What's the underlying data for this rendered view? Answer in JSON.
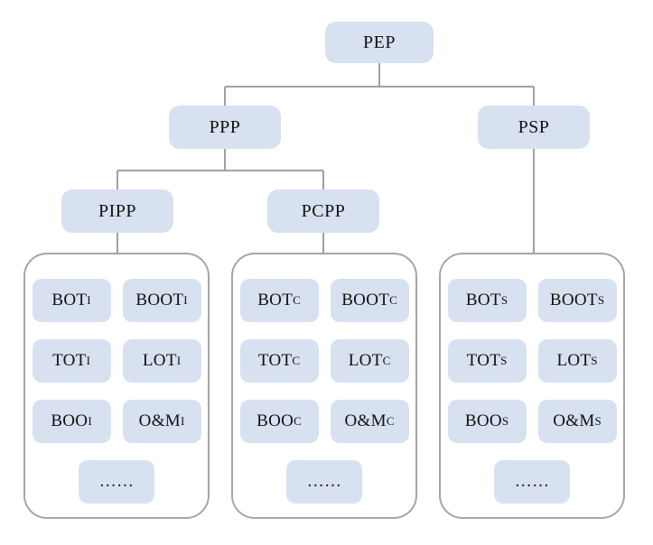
{
  "tree": {
    "root": {
      "label": "PEP"
    },
    "branches": [
      {
        "label": "PPP"
      },
      {
        "label": "PSP"
      }
    ],
    "sub_branches": [
      {
        "label": "PIPP"
      },
      {
        "label": "PCPP"
      }
    ]
  },
  "groups": [
    {
      "parent": "PIPP",
      "items": [
        {
          "base": "BOT",
          "sub": "I"
        },
        {
          "base": "BOOT",
          "sub": "I"
        },
        {
          "base": "TOT",
          "sub": "I"
        },
        {
          "base": "LOT",
          "sub": "I"
        },
        {
          "base": "BOO",
          "sub": "I"
        },
        {
          "base": "O&M",
          "sub": "I"
        }
      ],
      "more": "……"
    },
    {
      "parent": "PCPP",
      "items": [
        {
          "base": "BOT",
          "sub": "C"
        },
        {
          "base": "BOOT",
          "sub": "C"
        },
        {
          "base": "TOT",
          "sub": "C"
        },
        {
          "base": "LOT",
          "sub": "C"
        },
        {
          "base": "BOO",
          "sub": "C"
        },
        {
          "base": "O&M",
          "sub": "C"
        }
      ],
      "more": "……"
    },
    {
      "parent": "PSP",
      "items": [
        {
          "base": "BOT",
          "sub": "S"
        },
        {
          "base": "BOOT",
          "sub": "S"
        },
        {
          "base": "TOT",
          "sub": "S"
        },
        {
          "base": "LOT",
          "sub": "S"
        },
        {
          "base": "BOO",
          "sub": "S"
        },
        {
          "base": "O&M",
          "sub": "S"
        }
      ],
      "more": "……"
    }
  ],
  "colors": {
    "node_fill": "#d7e1f0",
    "connector": "#a1a1a1",
    "container_border": "#a6a6a6",
    "text": "#111111",
    "background": "#ffffff"
  }
}
